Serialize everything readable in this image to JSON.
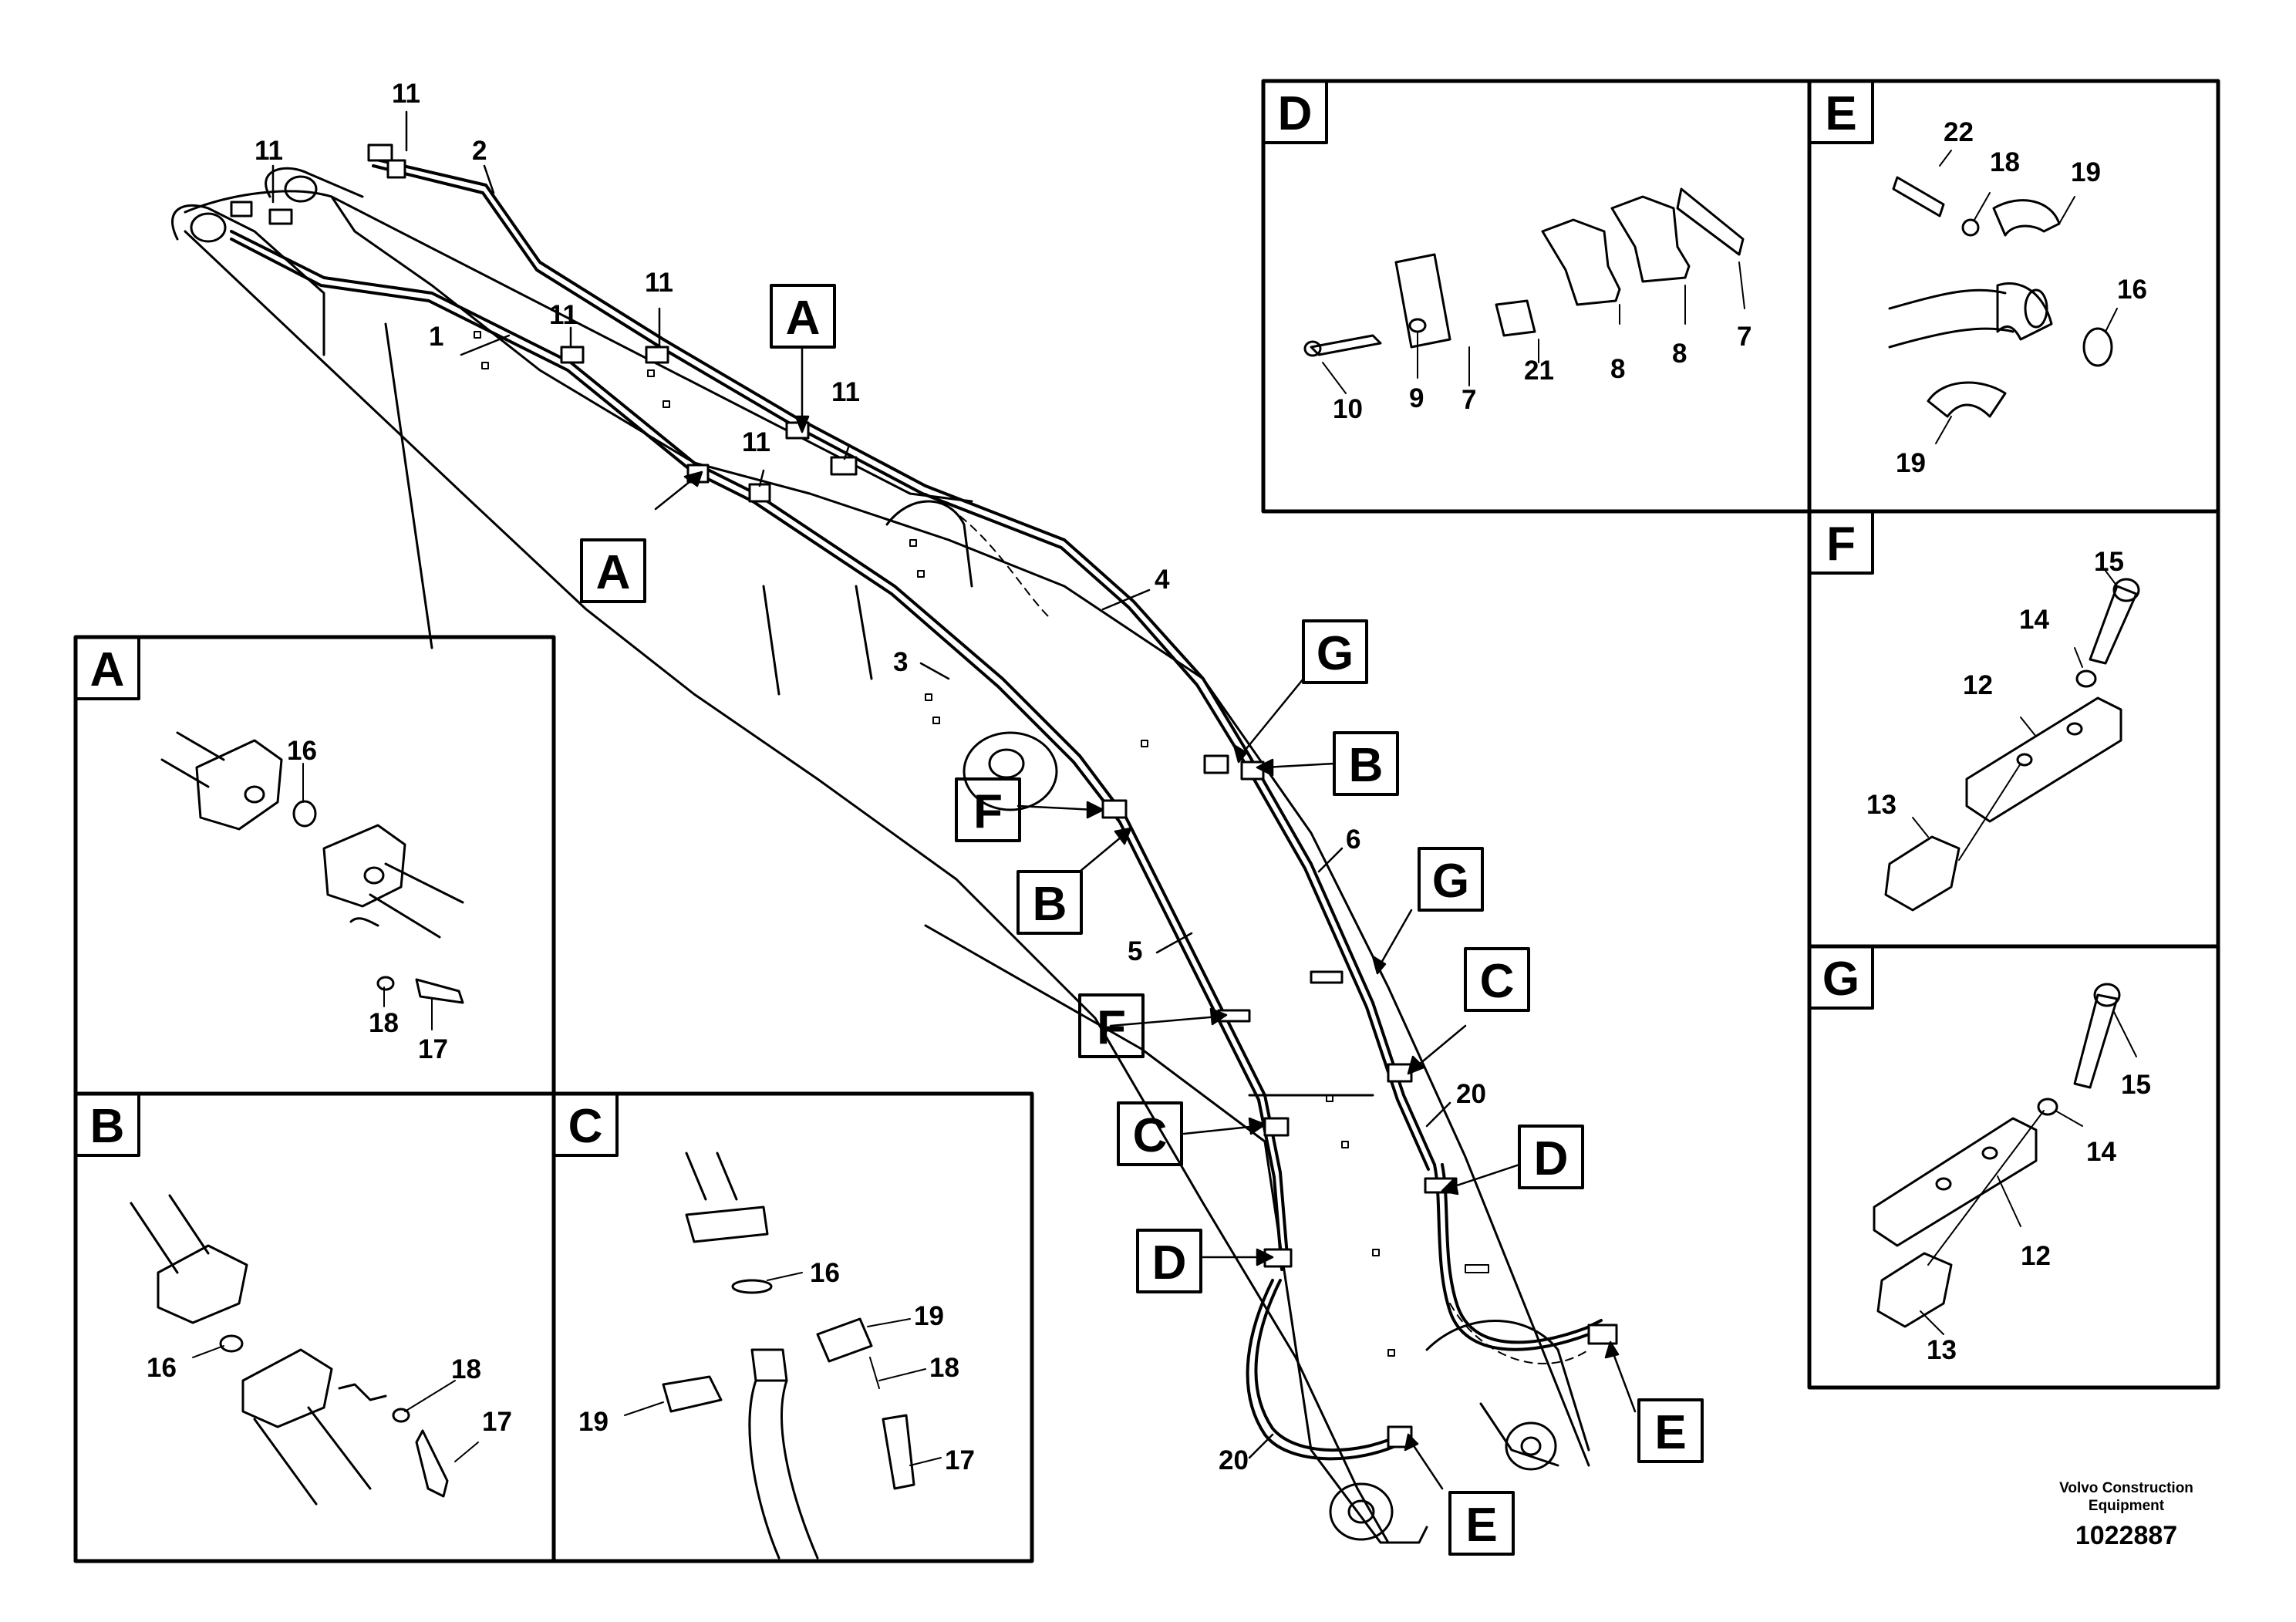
{
  "callouts": {
    "n1": "1",
    "n2": "2",
    "n3": "3",
    "n4": "4",
    "n5": "5",
    "n6": "6",
    "n11": "11",
    "n20": "20"
  },
  "main_tags": {
    "A": "A",
    "B": "B",
    "C": "C",
    "D": "D",
    "E": "E",
    "F": "F",
    "G": "G"
  },
  "panels": {
    "A": {
      "title": "A",
      "labels": [
        "16",
        "18",
        "17"
      ]
    },
    "B": {
      "title": "B",
      "labels": [
        "16",
        "18",
        "17"
      ]
    },
    "C": {
      "title": "C",
      "labels": [
        "16",
        "19",
        "18",
        "19",
        "17"
      ]
    },
    "D": {
      "title": "D",
      "labels": [
        "10",
        "9",
        "7",
        "21",
        "8",
        "8",
        "7"
      ]
    },
    "E": {
      "title": "E",
      "labels": [
        "22",
        "18",
        "19",
        "16",
        "19"
      ]
    },
    "F": {
      "title": "F",
      "labels": [
        "15",
        "14",
        "12",
        "13"
      ]
    },
    "G": {
      "title": "G",
      "labels": [
        "15",
        "14",
        "12",
        "13"
      ]
    }
  },
  "footer": {
    "company_line1": "Volvo Construction",
    "company_line2": "Equipment",
    "drawing_number": "1022887"
  }
}
